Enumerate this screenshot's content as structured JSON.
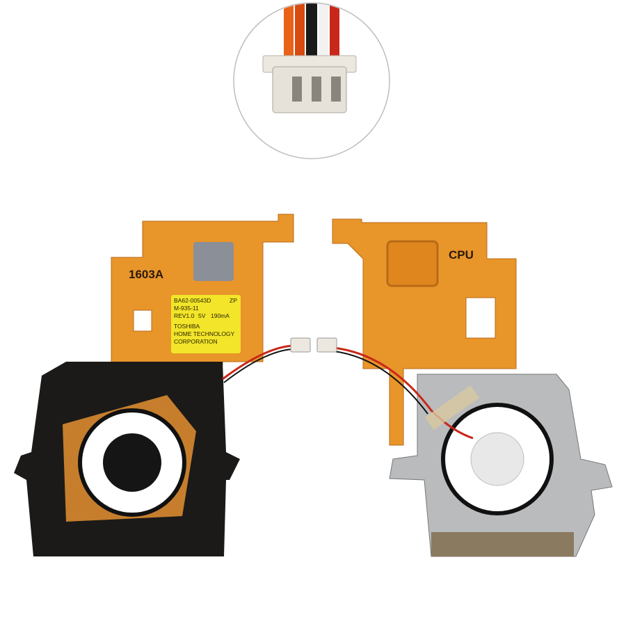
{
  "product": {
    "stamp_left": "1603A",
    "stamp_right": "CPU",
    "label": {
      "part_number": "BA62-00543D",
      "model": "M-935-11",
      "revision": "REV1.0",
      "voltage": "5V",
      "current": "190mA",
      "code": "ZP",
      "maker_line1": "TOSHIBA",
      "maker_line2": "HOME TECHNOLOGY",
      "maker_line3": "CORPORATION"
    }
  },
  "colors": {
    "copper": "#e8952a",
    "fan_black": "#1c1a18",
    "fan_silver": "#b9bbbd",
    "label_yellow": "#f2e52a",
    "connector": "#ece8e0"
  }
}
